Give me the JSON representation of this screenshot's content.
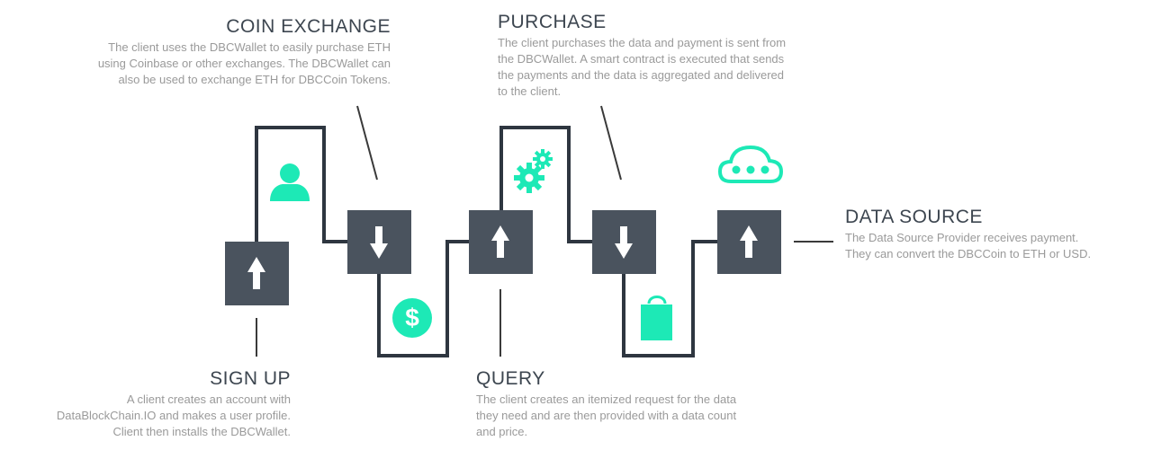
{
  "steps": {
    "coin_exchange": {
      "title": "COIN EXCHANGE",
      "text": "The client uses the DBCWallet to easily purchase ETH\nusing  Coinbase or other exchanges. The DBCWallet can\nalso be used to exchange ETH for DBCCoin Tokens."
    },
    "purchase": {
      "title": "PURCHASE",
      "text": "The client purchases the data and payment is sent from\nthe DBCWallet. A smart contract is executed that sends\nthe payments and the data is aggregated and delivered\nto the client."
    },
    "data_source": {
      "title": "DATA SOURCE",
      "text": "The Data Source Provider receives payment.\nThey can convert the DBCCoin to ETH or USD."
    },
    "sign_up": {
      "title": "SIGN UP",
      "text": "A client creates an account with\nDataBlockChain.IO and makes a user profile.\nClient then installs the DBCWallet."
    },
    "query": {
      "title": "QUERY",
      "text": "The client creates an itemized request for the data\nthey need and are then provided with a data count\nand price."
    }
  },
  "icons": [
    "user-icon",
    "dollar-coin-icon",
    "gears-icon",
    "shopping-bag-icon",
    "cloud-icon"
  ],
  "boxes": [
    "up",
    "down",
    "up",
    "down",
    "up"
  ],
  "colors": {
    "accent": "#1de9b6",
    "box": "#4a535e",
    "line": "#2e3640",
    "connector": "#3a3a3a",
    "title": "#3d4650",
    "text": "#9a9a9a"
  }
}
